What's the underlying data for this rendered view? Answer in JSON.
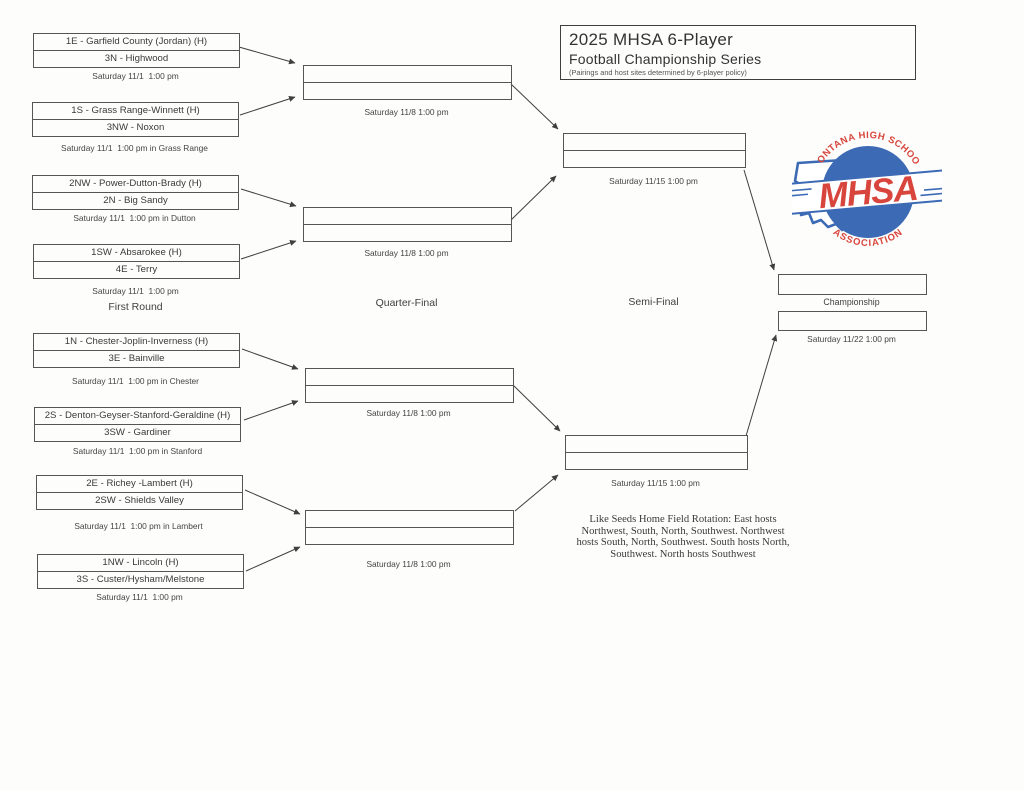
{
  "title": {
    "line1": "2025 MHSA 6-Player",
    "line2": "Football Championship Series",
    "line3": "(Pairings and host sites determined by 6-player policy)"
  },
  "rounds": {
    "first": "First Round",
    "quarter": "Quarter-Final",
    "semi": "Semi-Final",
    "championship": "Championship"
  },
  "first_round": [
    {
      "top": "1E - Garfield County (Jordan) (H)",
      "bottom": "3N - Highwood",
      "date": "Saturday 11/1  1:00 pm"
    },
    {
      "top": "1S - Grass Range-Winnett (H)",
      "bottom": "3NW - Noxon",
      "date": "Saturday 11/1  1:00 pm in Grass Range"
    },
    {
      "top": "2NW - Power-Dutton-Brady (H)",
      "bottom": "2N - Big Sandy",
      "date": "Saturday 11/1  1:00 pm in Dutton"
    },
    {
      "top": "1SW - Absarokee (H)",
      "bottom": "4E - Terry",
      "date": "Saturday 11/1  1:00 pm"
    },
    {
      "top": "1N - Chester-Joplin-Inverness (H)",
      "bottom": "3E - Bainville",
      "date": "Saturday 11/1  1:00 pm in Chester"
    },
    {
      "top": "2S - Denton-Geyser-Stanford-Geraldine (H)",
      "bottom": "3SW - Gardiner",
      "date": "Saturday 11/1  1:00 pm in Stanford"
    },
    {
      "top": "2E - Richey -Lambert (H)",
      "bottom": "2SW - Shields Valley",
      "date": "Saturday 11/1  1:00 pm in Lambert"
    },
    {
      "top": "1NW - Lincoln (H)",
      "bottom": "3S - Custer/Hysham/Melstone",
      "date": "Saturday 11/1  1:00 pm"
    }
  ],
  "quarter_finals": [
    {
      "date": "Saturday 11/8 1:00 pm"
    },
    {
      "date": "Saturday 11/8 1:00 pm"
    },
    {
      "date": "Saturday 11/8 1:00 pm"
    },
    {
      "date": "Saturday 11/8 1:00 pm"
    }
  ],
  "semi_finals": [
    {
      "date": "Saturday 11/15 1:00 pm"
    },
    {
      "date": "Saturday 11/15 1:00 pm"
    }
  ],
  "championship": {
    "date": "Saturday 11/22 1:00 pm"
  },
  "note": {
    "lines": [
      "Like Seeds Home Field Rotation: East hosts",
      "Northwest, South, North, Southwest. Northwest",
      "hosts South, North, Southwest. South hosts North,",
      "Southwest. North hosts Southwest"
    ]
  },
  "logo": {
    "arc_top": "MONTANA HIGH SCHOOL",
    "monogram": "MHSA",
    "arc_bottom": "ASSOCIATION",
    "blue": "#3c6ab5",
    "red": "#d8453c"
  }
}
